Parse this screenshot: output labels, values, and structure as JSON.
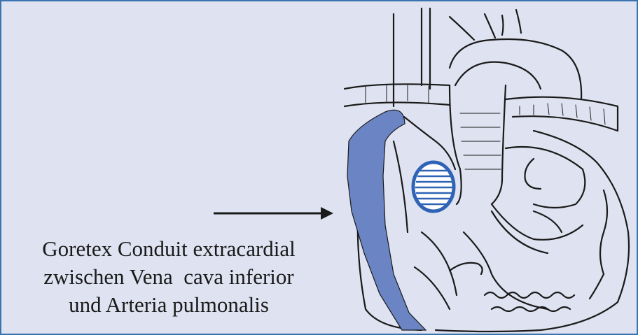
{
  "caption": {
    "line1": "Goretex Conduit extracardial",
    "line2": "zwischen Vena  cava inferior",
    "line3": "und Arteria pulmonalis"
  },
  "colors": {
    "background": "#dfe3f1",
    "frame_border": "#3b73b0",
    "conduit_fill": "#6a84c4",
    "patch_stroke": "#2e63b5",
    "ink": "#1a1a1a"
  }
}
